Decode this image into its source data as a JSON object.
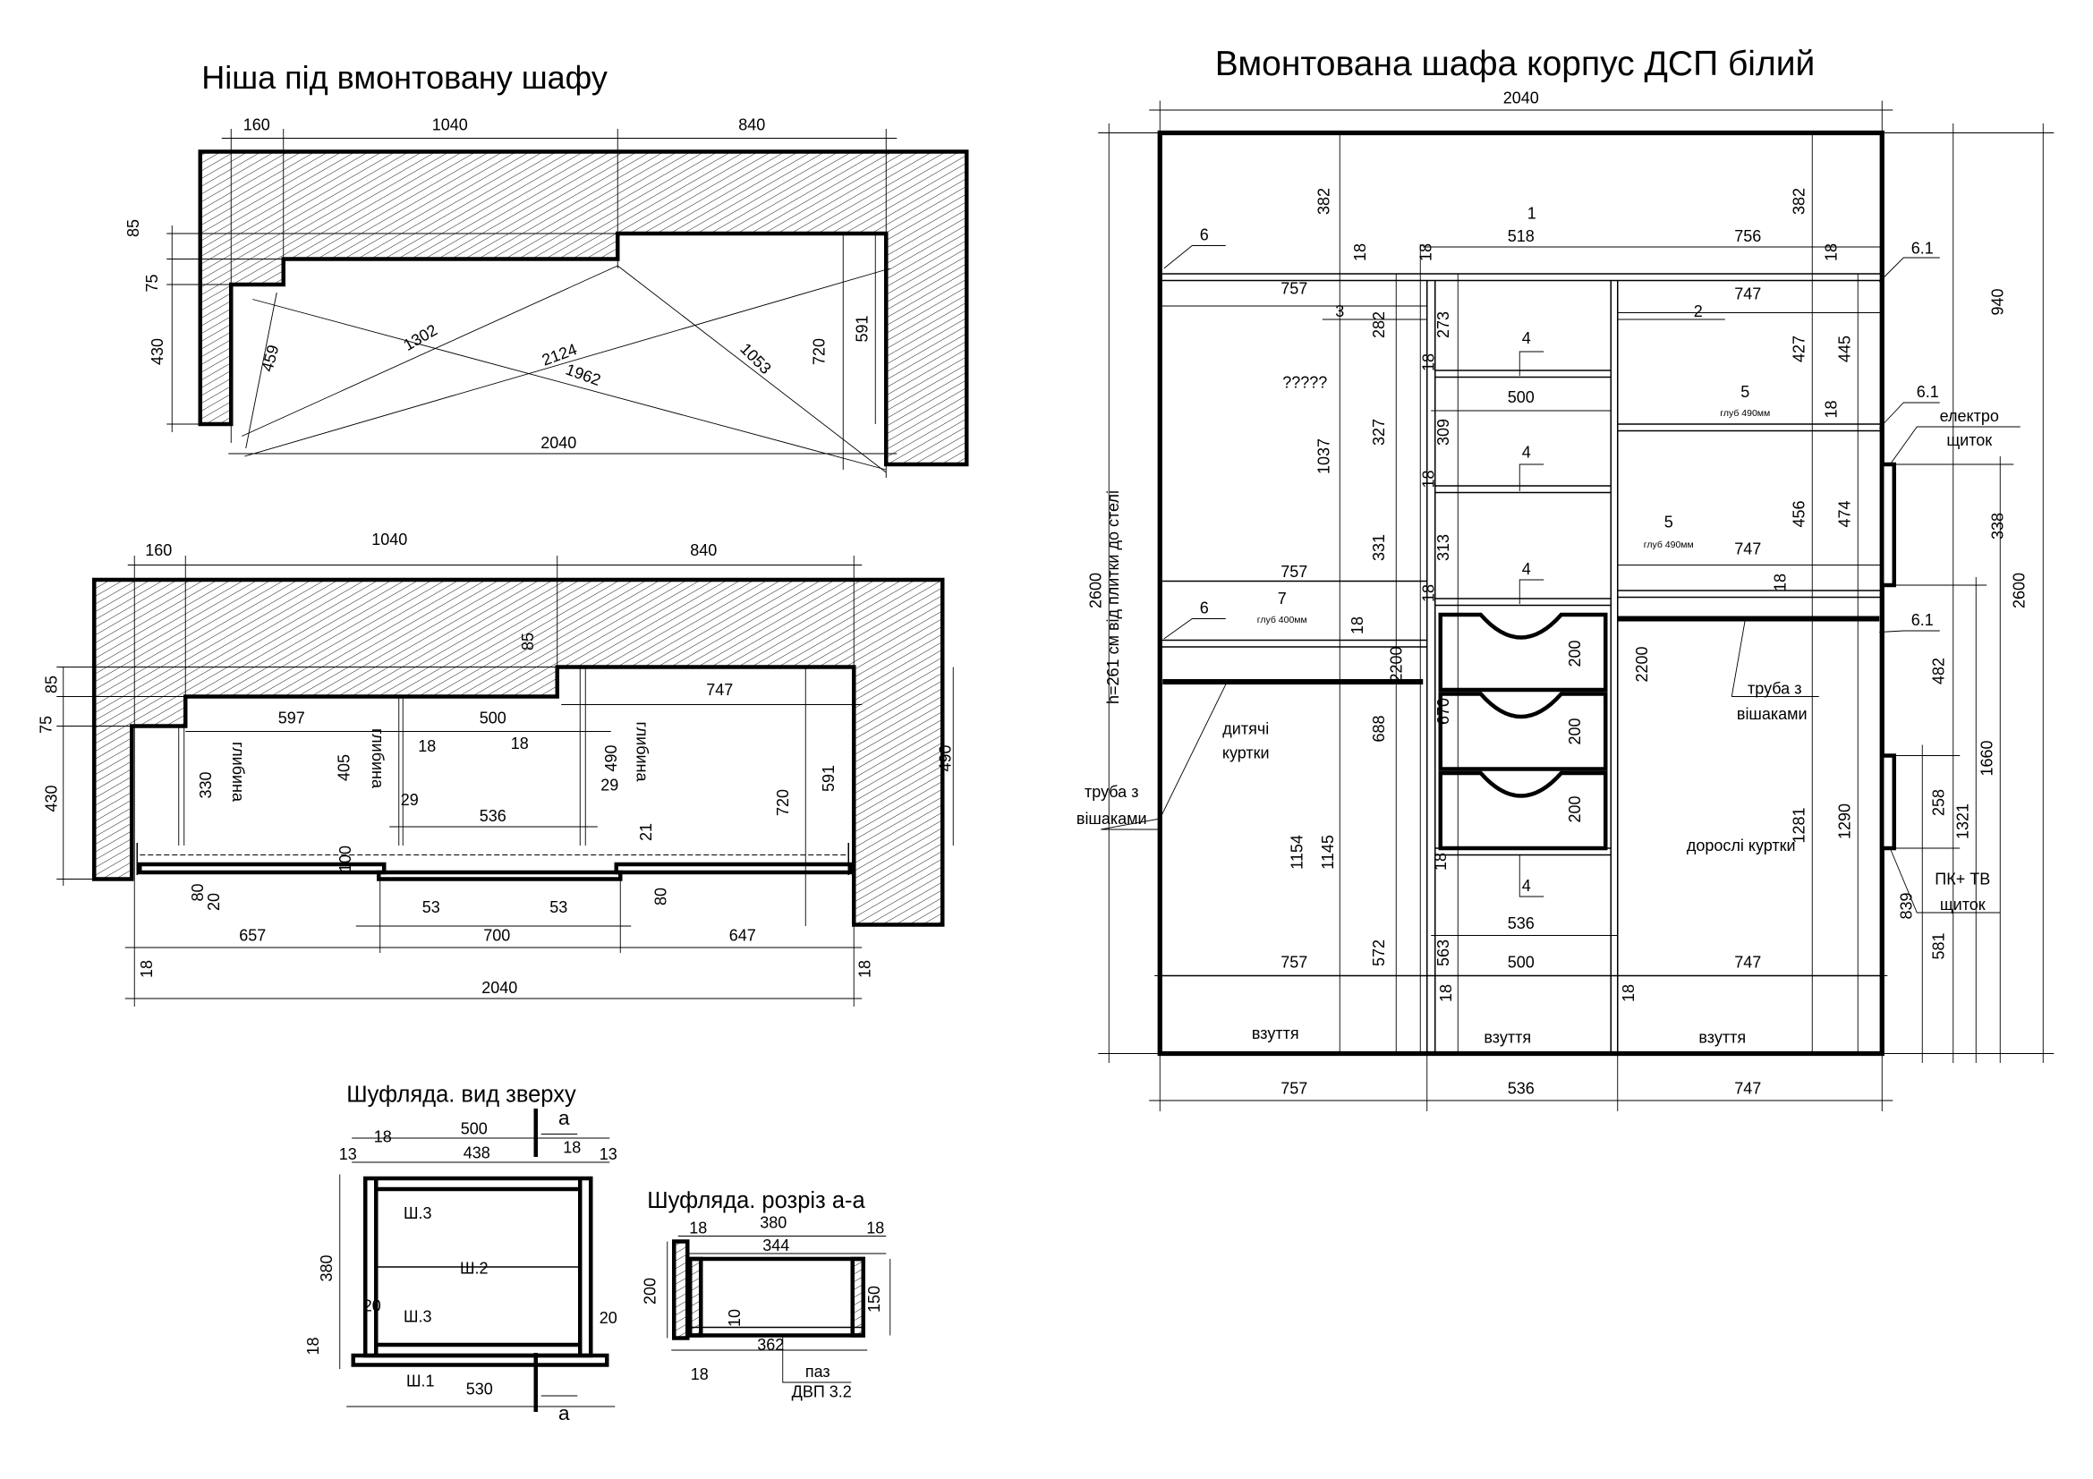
{
  "niche_plan": {
    "title": "Ніша під вмонтовану шафу",
    "labels": [
      "160",
      "1040",
      "840",
      "85",
      "75",
      "430",
      "459",
      "1302",
      "2124",
      "1962",
      "1053",
      "720",
      "591",
      "2040"
    ]
  },
  "niche_section": {
    "labels": [
      "160",
      "1040",
      "840",
      "85",
      "75",
      "430",
      "85",
      "747",
      "597",
      "500",
      "18",
      "18",
      "330",
      "глибина",
      "405",
      "глибина",
      "490",
      "глибина",
      "29",
      "536",
      "29",
      "21",
      "720",
      "591",
      "490",
      "100",
      "80",
      "20",
      "80",
      "53",
      "53",
      "657",
      "700",
      "647",
      "18",
      "18",
      "2040"
    ]
  },
  "wardrobe": {
    "title": "Вмонтована шафа корпус ДСП білий",
    "labels": [
      "2040",
      "382",
      "382",
      "1",
      "518",
      "756",
      "6",
      "6.1",
      "18",
      "18",
      "18",
      "757",
      "747",
      "3",
      "282",
      "273",
      "2",
      "940",
      "445",
      "427",
      "4",
      "?????",
      "18",
      "500",
      "5",
      "глуб 490мм",
      "18",
      "6.1",
      "електро",
      "щиток",
      "1037",
      "327",
      "309",
      "4",
      "18",
      "338",
      "456",
      "474",
      "331",
      "313",
      "5",
      "глуб 490мм",
      "747",
      "757",
      "4",
      "18",
      "18",
      "7",
      "глуб 400мм",
      "6",
      "18",
      "6.1",
      "2600",
      "2600",
      "h=261 см від плитки до стелі",
      "2200",
      "2200",
      "200",
      "200",
      "200",
      "482",
      "1660",
      "труба з",
      "вішаками",
      "дитячі",
      "куртки",
      "670",
      "688",
      "труба з",
      "вішаками",
      "258",
      "1321",
      "1154",
      "1145",
      "дорослі куртки",
      "1281",
      "1290",
      "18",
      "4",
      "ПК+ ТВ",
      "щиток",
      "839",
      "536",
      "572",
      "563",
      "581",
      "757",
      "500",
      "747",
      "18",
      "18",
      "взуття",
      "взуття",
      "взуття",
      "757",
      "536",
      "747"
    ]
  },
  "drawer_top": {
    "title": "Шуфляда.   вид зверху",
    "labels": [
      "500",
      "18",
      "13",
      "438",
      "18",
      "13",
      "Ш.3",
      "380",
      "Ш.2",
      "20",
      "Ш.3",
      "20",
      "18",
      "Ш.1",
      "530",
      "а",
      "а"
    ]
  },
  "drawer_section": {
    "title": "Шуфляда.   розріз а-а",
    "labels": [
      "18",
      "380",
      "18",
      "344",
      "200",
      "150",
      "10",
      "362",
      "18",
      "паз",
      "ДВП 3.2"
    ]
  }
}
